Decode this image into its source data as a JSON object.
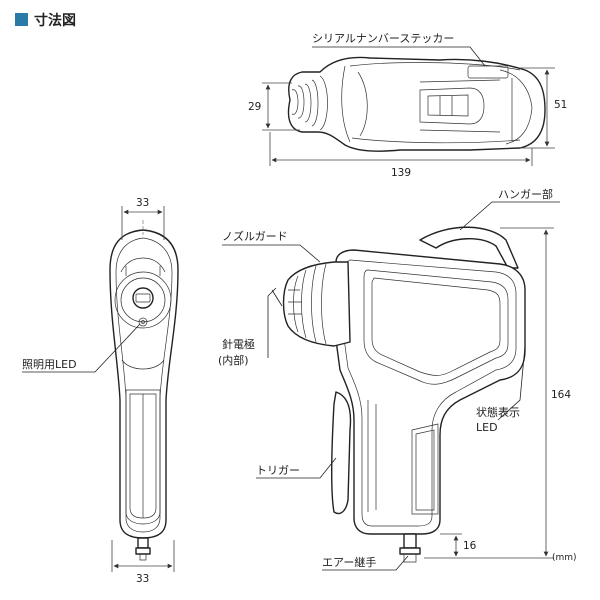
{
  "header": {
    "title": "寸法図",
    "accent_color": "#2a7aa8"
  },
  "labels": {
    "serial_sticker": "シリアルナンバーステッカー",
    "hanger": "ハンガー部",
    "nozzle_guard": "ノズルガード",
    "needle_electrode_line1": "針電極",
    "needle_electrode_line2": "(内部)",
    "lighting_led": "照明用LED",
    "status_led_line1": "状態表示",
    "status_led_line2": "LED",
    "trigger": "トリガー",
    "air_joint": "エアー継手"
  },
  "dimensions": {
    "top_height": "29",
    "top_total_height": "51",
    "top_length": "139",
    "front_width_top": "33",
    "front_width_bottom": "33",
    "side_height": "164",
    "joint_height": "16",
    "unit": "(mm)"
  }
}
